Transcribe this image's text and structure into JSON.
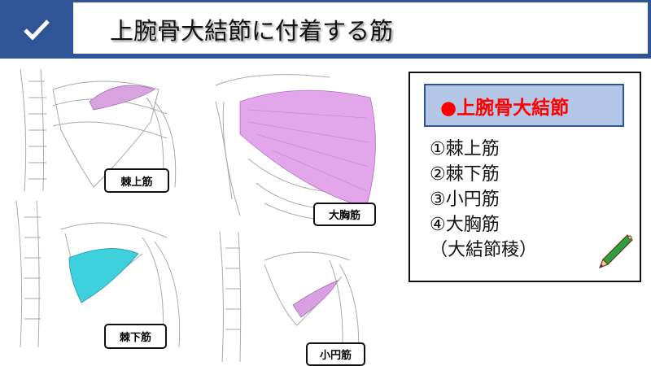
{
  "header": {
    "title": "上腕骨大結節に付着する筋",
    "check_icon": "checkmark-icon"
  },
  "images": [
    {
      "label": "棘上筋",
      "muscle_color": "#d9a3e0"
    },
    {
      "label": "大胸筋",
      "muscle_color": "#e3a6ea"
    },
    {
      "label": "棘下筋",
      "muscle_color": "#3fd0de"
    },
    {
      "label": "小円筋",
      "muscle_color": "#d8a0e0"
    }
  ],
  "panel": {
    "heading": "●上腕骨大結節",
    "items": [
      "①棘上筋",
      "②棘下筋",
      "③小円筋",
      "④大胸筋",
      "（大結節稜）"
    ],
    "icon": "pencil-icon"
  },
  "colors": {
    "header": "#2f5597",
    "heading_bg": "#b4c7e7",
    "heading_text": "#ff0000"
  }
}
